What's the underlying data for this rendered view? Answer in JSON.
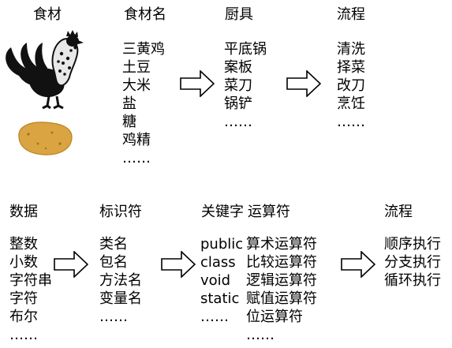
{
  "top_row": {
    "headers": {
      "ingredients": "食材",
      "ingredient_names": "食材名",
      "kitchenware": "厨具",
      "process": "流程"
    },
    "ingredient_names": [
      "三黄鸡",
      "土豆",
      "大米",
      "盐",
      "糖",
      "鸡精",
      "……"
    ],
    "kitchenware": [
      "平底锅",
      "案板",
      "菜刀",
      "锅铲",
      "……"
    ],
    "process": [
      "清洗",
      "择菜",
      "改刀",
      "烹饪",
      "……"
    ],
    "images": [
      "rooster-icon",
      "potato-icon"
    ]
  },
  "bottom_row": {
    "headers": {
      "data": "数据",
      "identifiers": "标识符",
      "keywords": "关键字",
      "operators": "运算符",
      "flow": "流程"
    },
    "data": [
      "整数",
      "小数",
      "字符串",
      "字符",
      "布尔",
      "……"
    ],
    "identifiers": [
      "类名",
      "包名",
      "方法名",
      "变量名",
      "……"
    ],
    "keywords": [
      "public",
      "class",
      "void",
      "static",
      "……"
    ],
    "operators": [
      "算术运算符",
      "比较运算符",
      "逻辑运算符",
      "赋值运算符",
      "位运算符",
      "……"
    ],
    "flow": [
      "顺序执行",
      "分支执行",
      "循环执行"
    ]
  },
  "colors": {
    "text": "#000000",
    "potato": "#d9a441",
    "arrow_stroke": "#000000"
  }
}
